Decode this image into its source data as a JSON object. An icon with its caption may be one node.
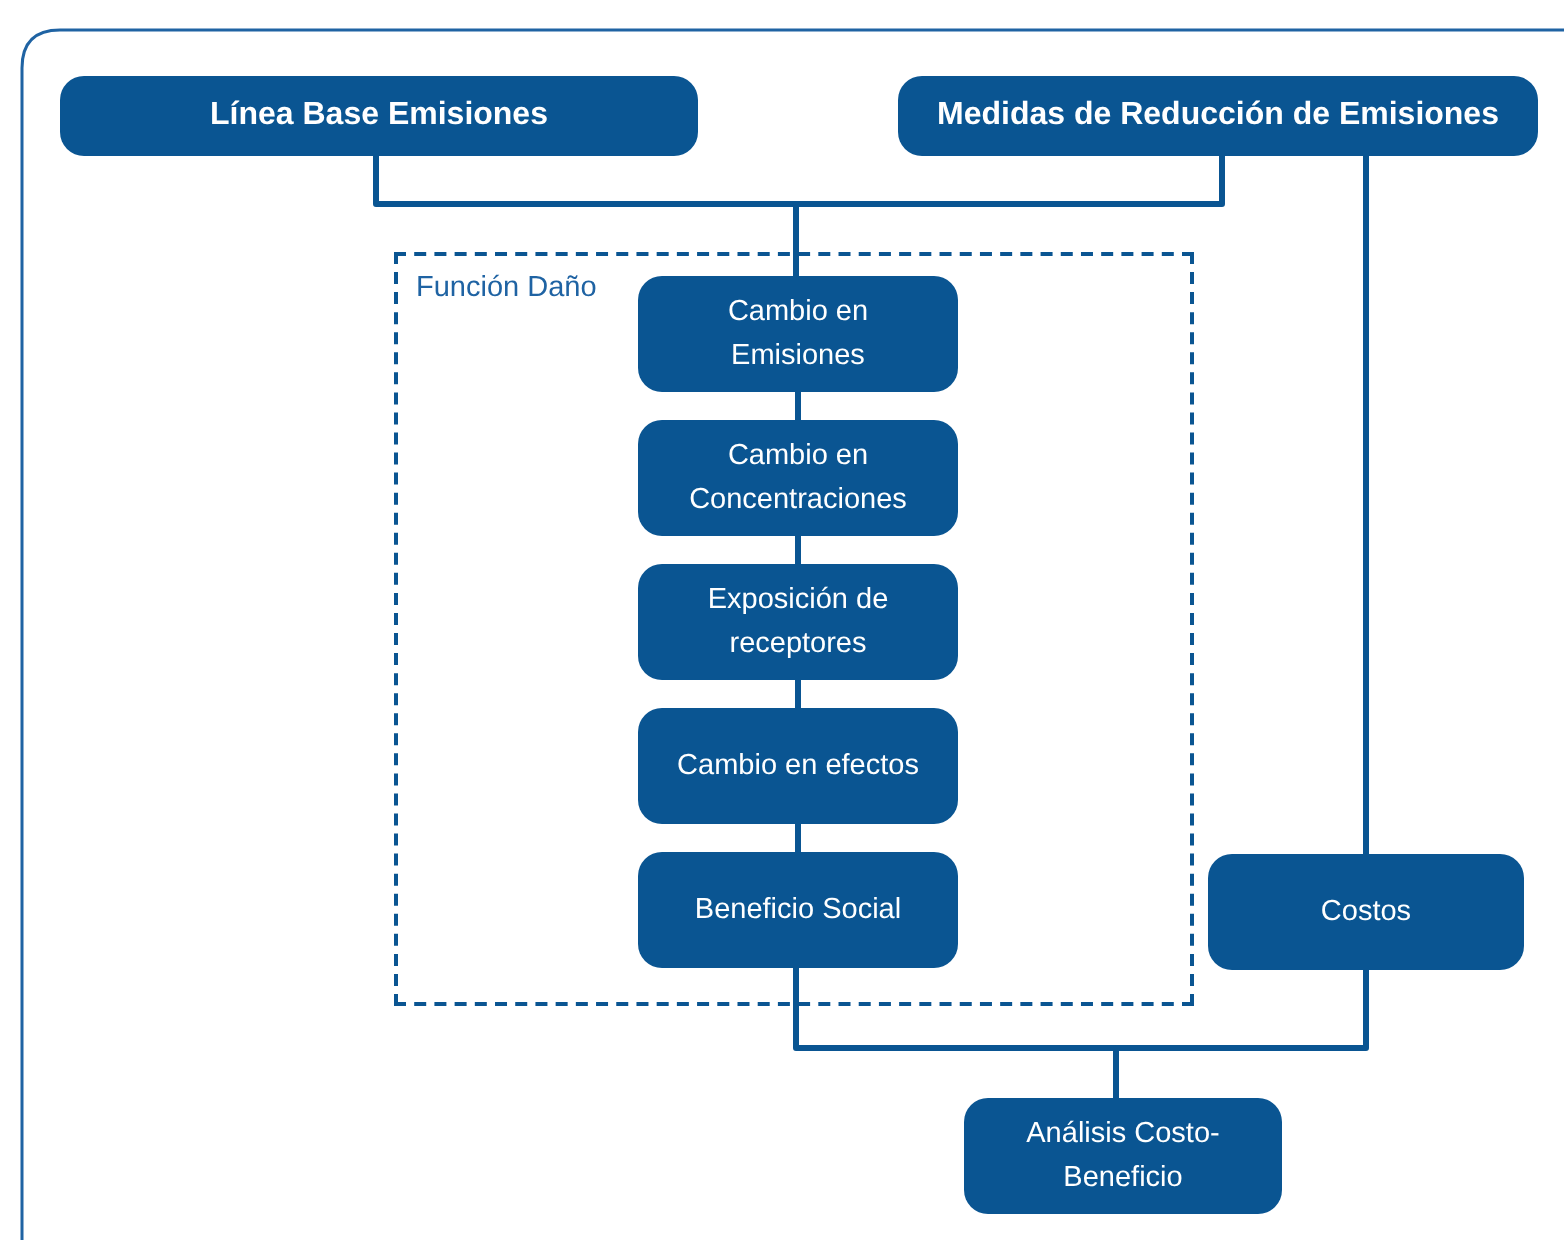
{
  "diagram": {
    "nodes": [
      {
        "text": [
          "Línea Base Emisiones"
        ]
      },
      {
        "text": [
          "Medidas de Reducción de Emisiones"
        ]
      },
      {
        "text": [
          "Función Daño"
        ]
      },
      {
        "text": [
          "Cambio en Emisiones"
        ],
        "in": 2
      },
      {
        "text": [
          "Cambio en Concentraciones"
        ],
        "in": 2
      },
      {
        "text": [
          "Exposición de receptores"
        ],
        "in": 2
      },
      {
        "text": [
          "Cambio en efectos"
        ],
        "in": 2
      },
      {
        "text": [
          "Beneficio Social"
        ],
        "in": 2
      },
      {
        "text": [
          "Costos"
        ]
      },
      {
        "text": [
          "Análisis Costo-Beneficio"
        ]
      }
    ],
    "edges": [
      {
        "from": 0,
        "to": 3,
        "arrow": "none"
      },
      {
        "from": 1,
        "to": 3,
        "arrow": "none"
      },
      {
        "from": 3,
        "to": 4,
        "arrow": "none"
      },
      {
        "from": 4,
        "to": 5,
        "arrow": "none"
      },
      {
        "from": 5,
        "to": 6,
        "arrow": "none"
      },
      {
        "from": 6,
        "to": 7,
        "arrow": "none"
      },
      {
        "from": 1,
        "to": 8,
        "arrow": "none"
      },
      {
        "from": 7,
        "to": 9,
        "arrow": "none"
      },
      {
        "from": 8,
        "to": 9,
        "arrow": "none"
      }
    ]
  }
}
